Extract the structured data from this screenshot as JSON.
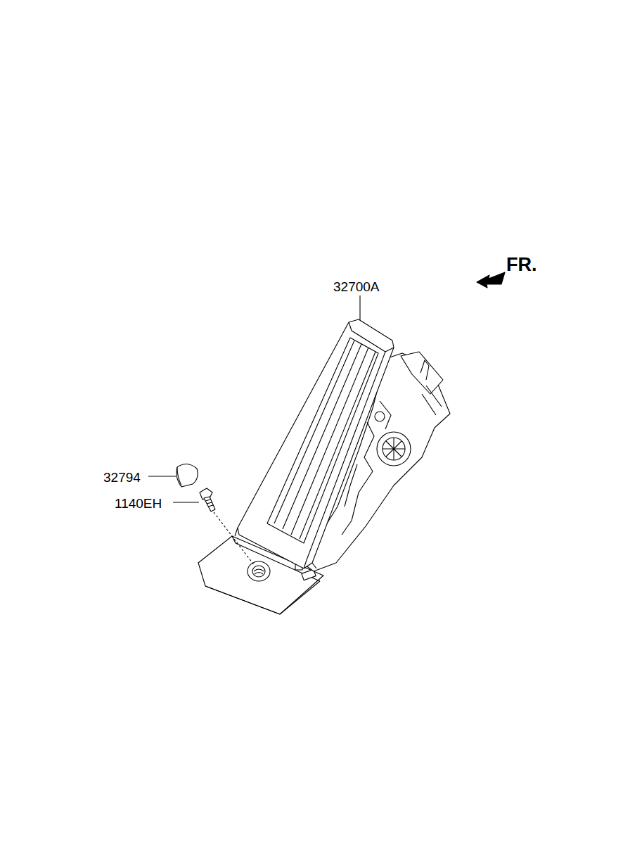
{
  "diagram": {
    "labels": [
      "32700A",
      "32794",
      "1140EH",
      "FR."
    ]
  }
}
